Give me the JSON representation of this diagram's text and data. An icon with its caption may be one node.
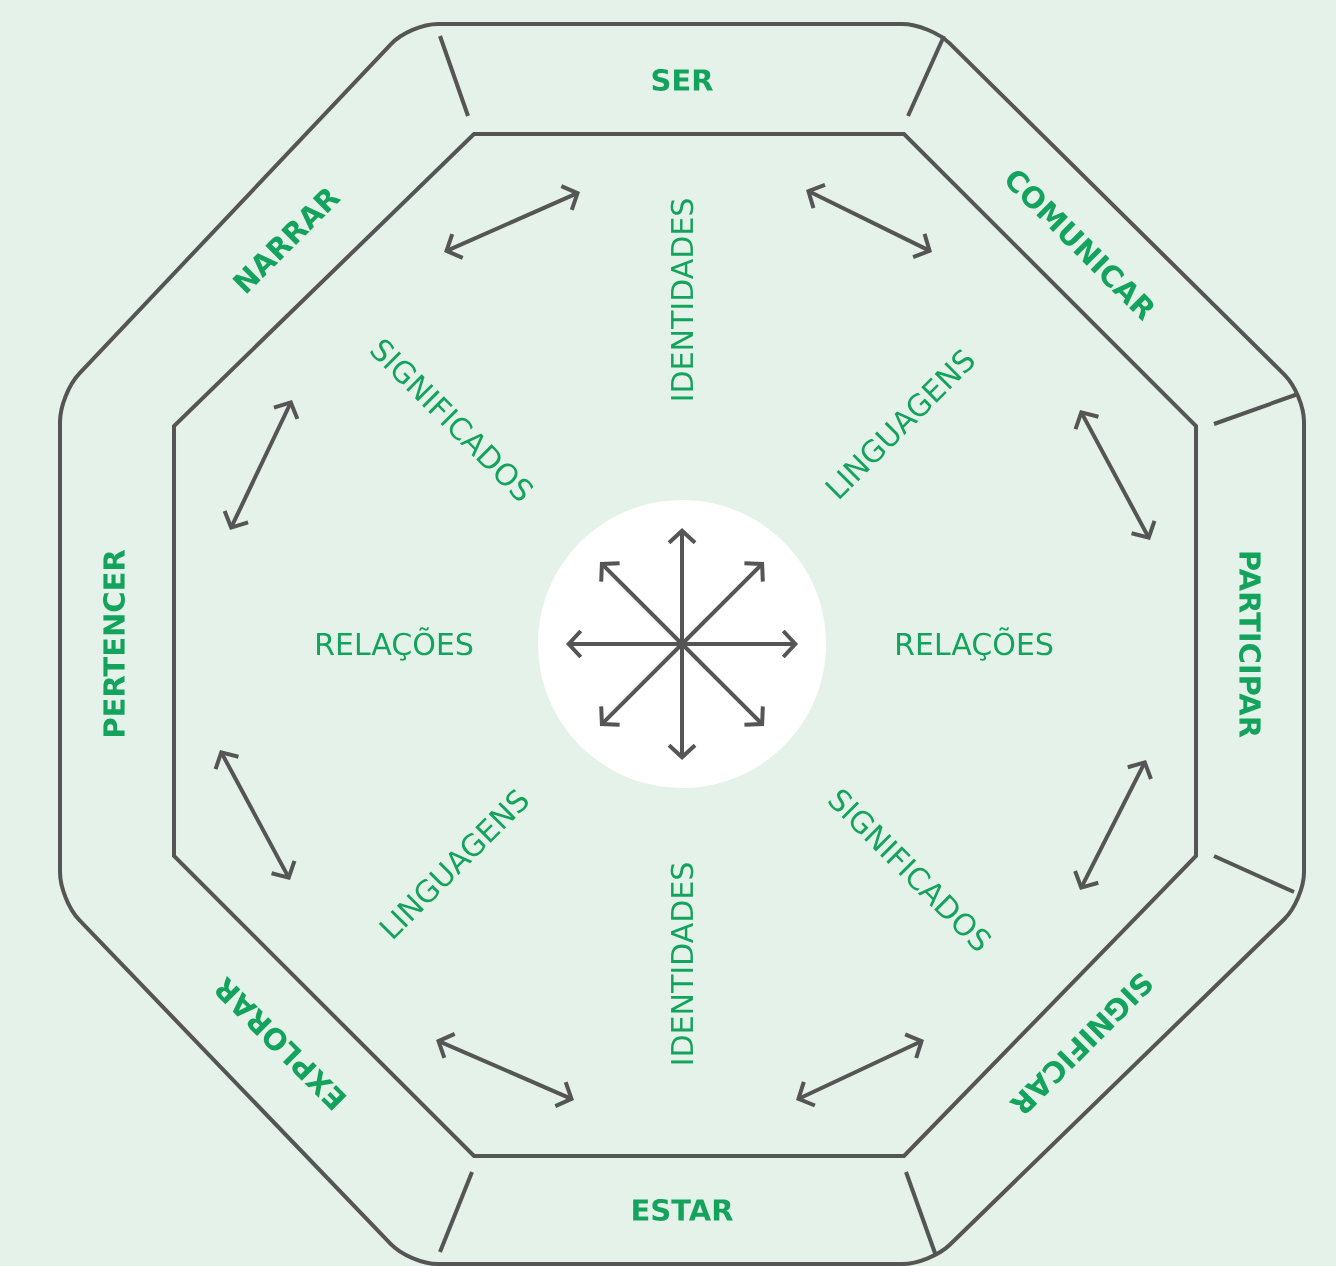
{
  "diagram": {
    "labels": [
      "SER",
      "NARRAR",
      "COMUNICAR",
      "IDENTIDADES",
      "SIGNIFICADOS",
      "LINGUAGENS",
      "PERTENCER",
      "RELAÇÕES",
      "RELAÇÕES",
      "PARTICIPAR",
      "LINGUAGENS",
      "IDENTIDADES",
      "SIGNIFICADOS",
      "EXPLORAR",
      "SIGNIFICAR",
      "ESTAR"
    ]
  }
}
